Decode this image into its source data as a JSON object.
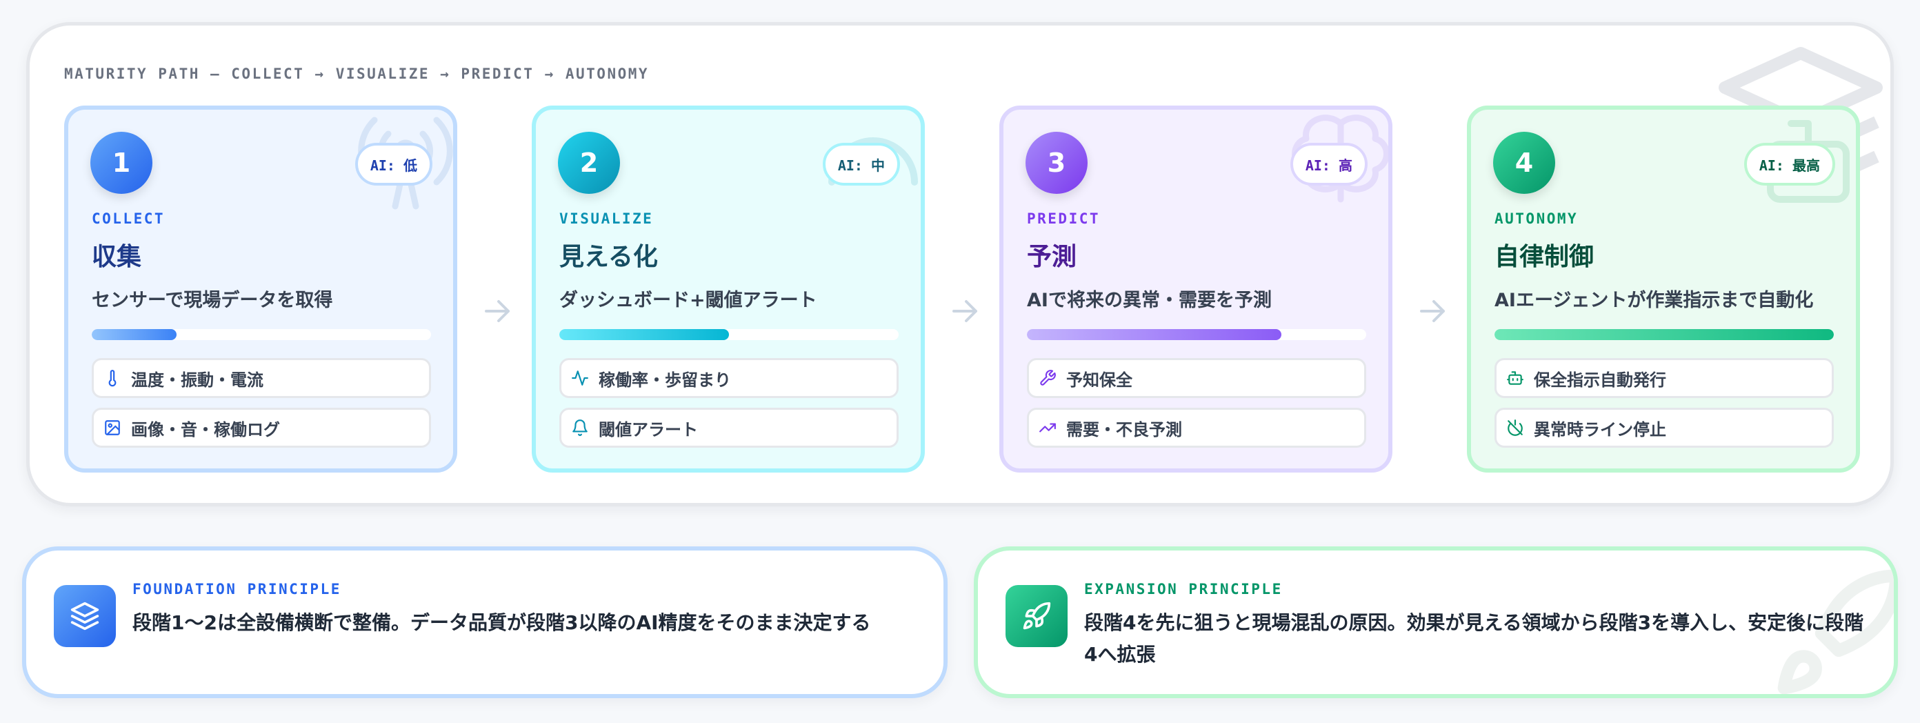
{
  "path_label": "MATURITY PATH — COLLECT → VISUALIZE → PREDICT → AUTONOMY",
  "stages": [
    {
      "number": "1",
      "ai_level": "AI: 低",
      "en": "COLLECT",
      "title": "収集",
      "description": "センサーで現場データを取得",
      "progress": 0.25,
      "items": [
        {
          "icon": "thermometer-icon",
          "label": "温度・振動・電流"
        },
        {
          "icon": "image-icon",
          "label": "画像・音・稼働ログ"
        }
      ],
      "color": "#3b82f6"
    },
    {
      "number": "2",
      "ai_level": "AI: 中",
      "en": "VISUALIZE",
      "title": "見える化",
      "description": "ダッシュボード+閾値アラート",
      "progress": 0.5,
      "items": [
        {
          "icon": "activity-icon",
          "label": "稼働率・歩留まり"
        },
        {
          "icon": "bell-icon",
          "label": "閾値アラート"
        }
      ],
      "color": "#06b6d4"
    },
    {
      "number": "3",
      "ai_level": "AI: 高",
      "en": "PREDICT",
      "title": "予測",
      "description": "AIで将来の異常・需要を予測",
      "progress": 0.75,
      "items": [
        {
          "icon": "wrench-icon",
          "label": "予知保全"
        },
        {
          "icon": "trending-up-icon",
          "label": "需要・不良予測"
        }
      ],
      "color": "#8b5cf6"
    },
    {
      "number": "4",
      "ai_level": "AI: 最高",
      "en": "AUTONOMY",
      "title": "自律制御",
      "description": "AIエージェントが作業指示まで自動化",
      "progress": 1.0,
      "items": [
        {
          "icon": "bot-icon",
          "label": "保全指示自動発行"
        },
        {
          "icon": "power-off-icon",
          "label": "異常時ライン停止"
        }
      ],
      "color": "#10b981"
    }
  ],
  "principles": [
    {
      "label": "FOUNDATION PRINCIPLE",
      "text": "段階1〜2は全設備横断で整備。データ品質が段階3以降のAI精度をそのまま決定する",
      "icon": "layers-icon"
    },
    {
      "label": "EXPANSION PRINCIPLE",
      "text": "段階4を先に狙うと現場混乱の原因。効果が見える領域から段階3を導入し、安定後に段階4へ拡張",
      "icon": "rocket-icon"
    }
  ]
}
